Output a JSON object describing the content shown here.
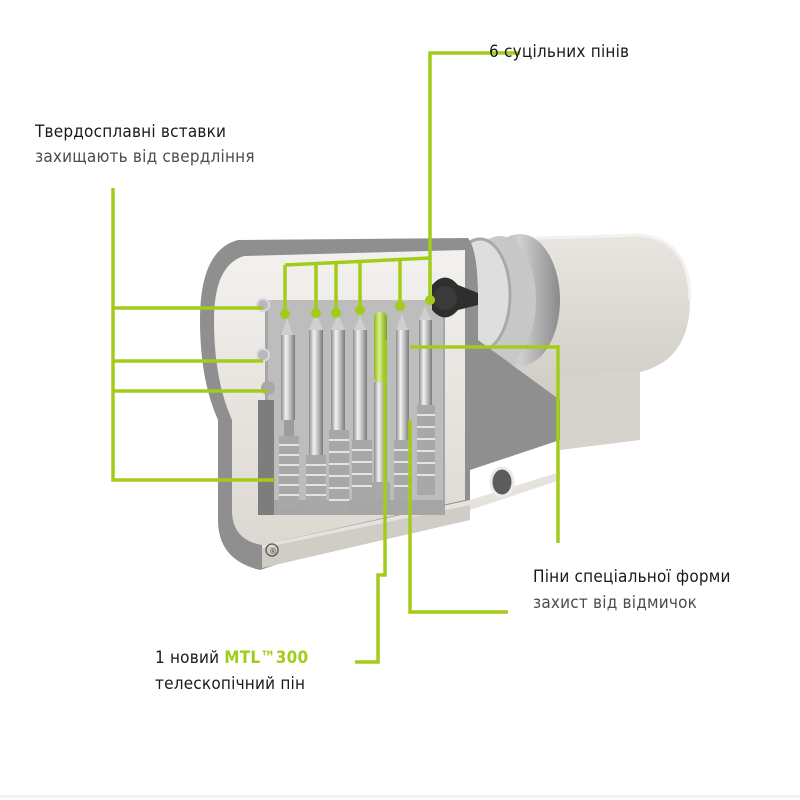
{
  "callouts": {
    "top_right": {
      "title": "6 суцільних пінів"
    },
    "top_left": {
      "title": "Твердосплавні вставки",
      "subtitle": "захищають від свердління"
    },
    "right": {
      "title": "Піни спеціальної форми",
      "subtitle": "захист від відмичок"
    },
    "bottom": {
      "title_prefix": "1 новий ",
      "title_accent": "MTL™300",
      "subtitle": "телескопічний пін"
    }
  },
  "illustration": {
    "subject": "lock-cylinder-cutaway",
    "pin_count": 7,
    "registered_mark": "®"
  },
  "colors": {
    "accent_green": "#a3cc1a",
    "text_dark": "#1a1a1a",
    "text_gray": "#4d4d4d",
    "background": "#ffffff"
  }
}
